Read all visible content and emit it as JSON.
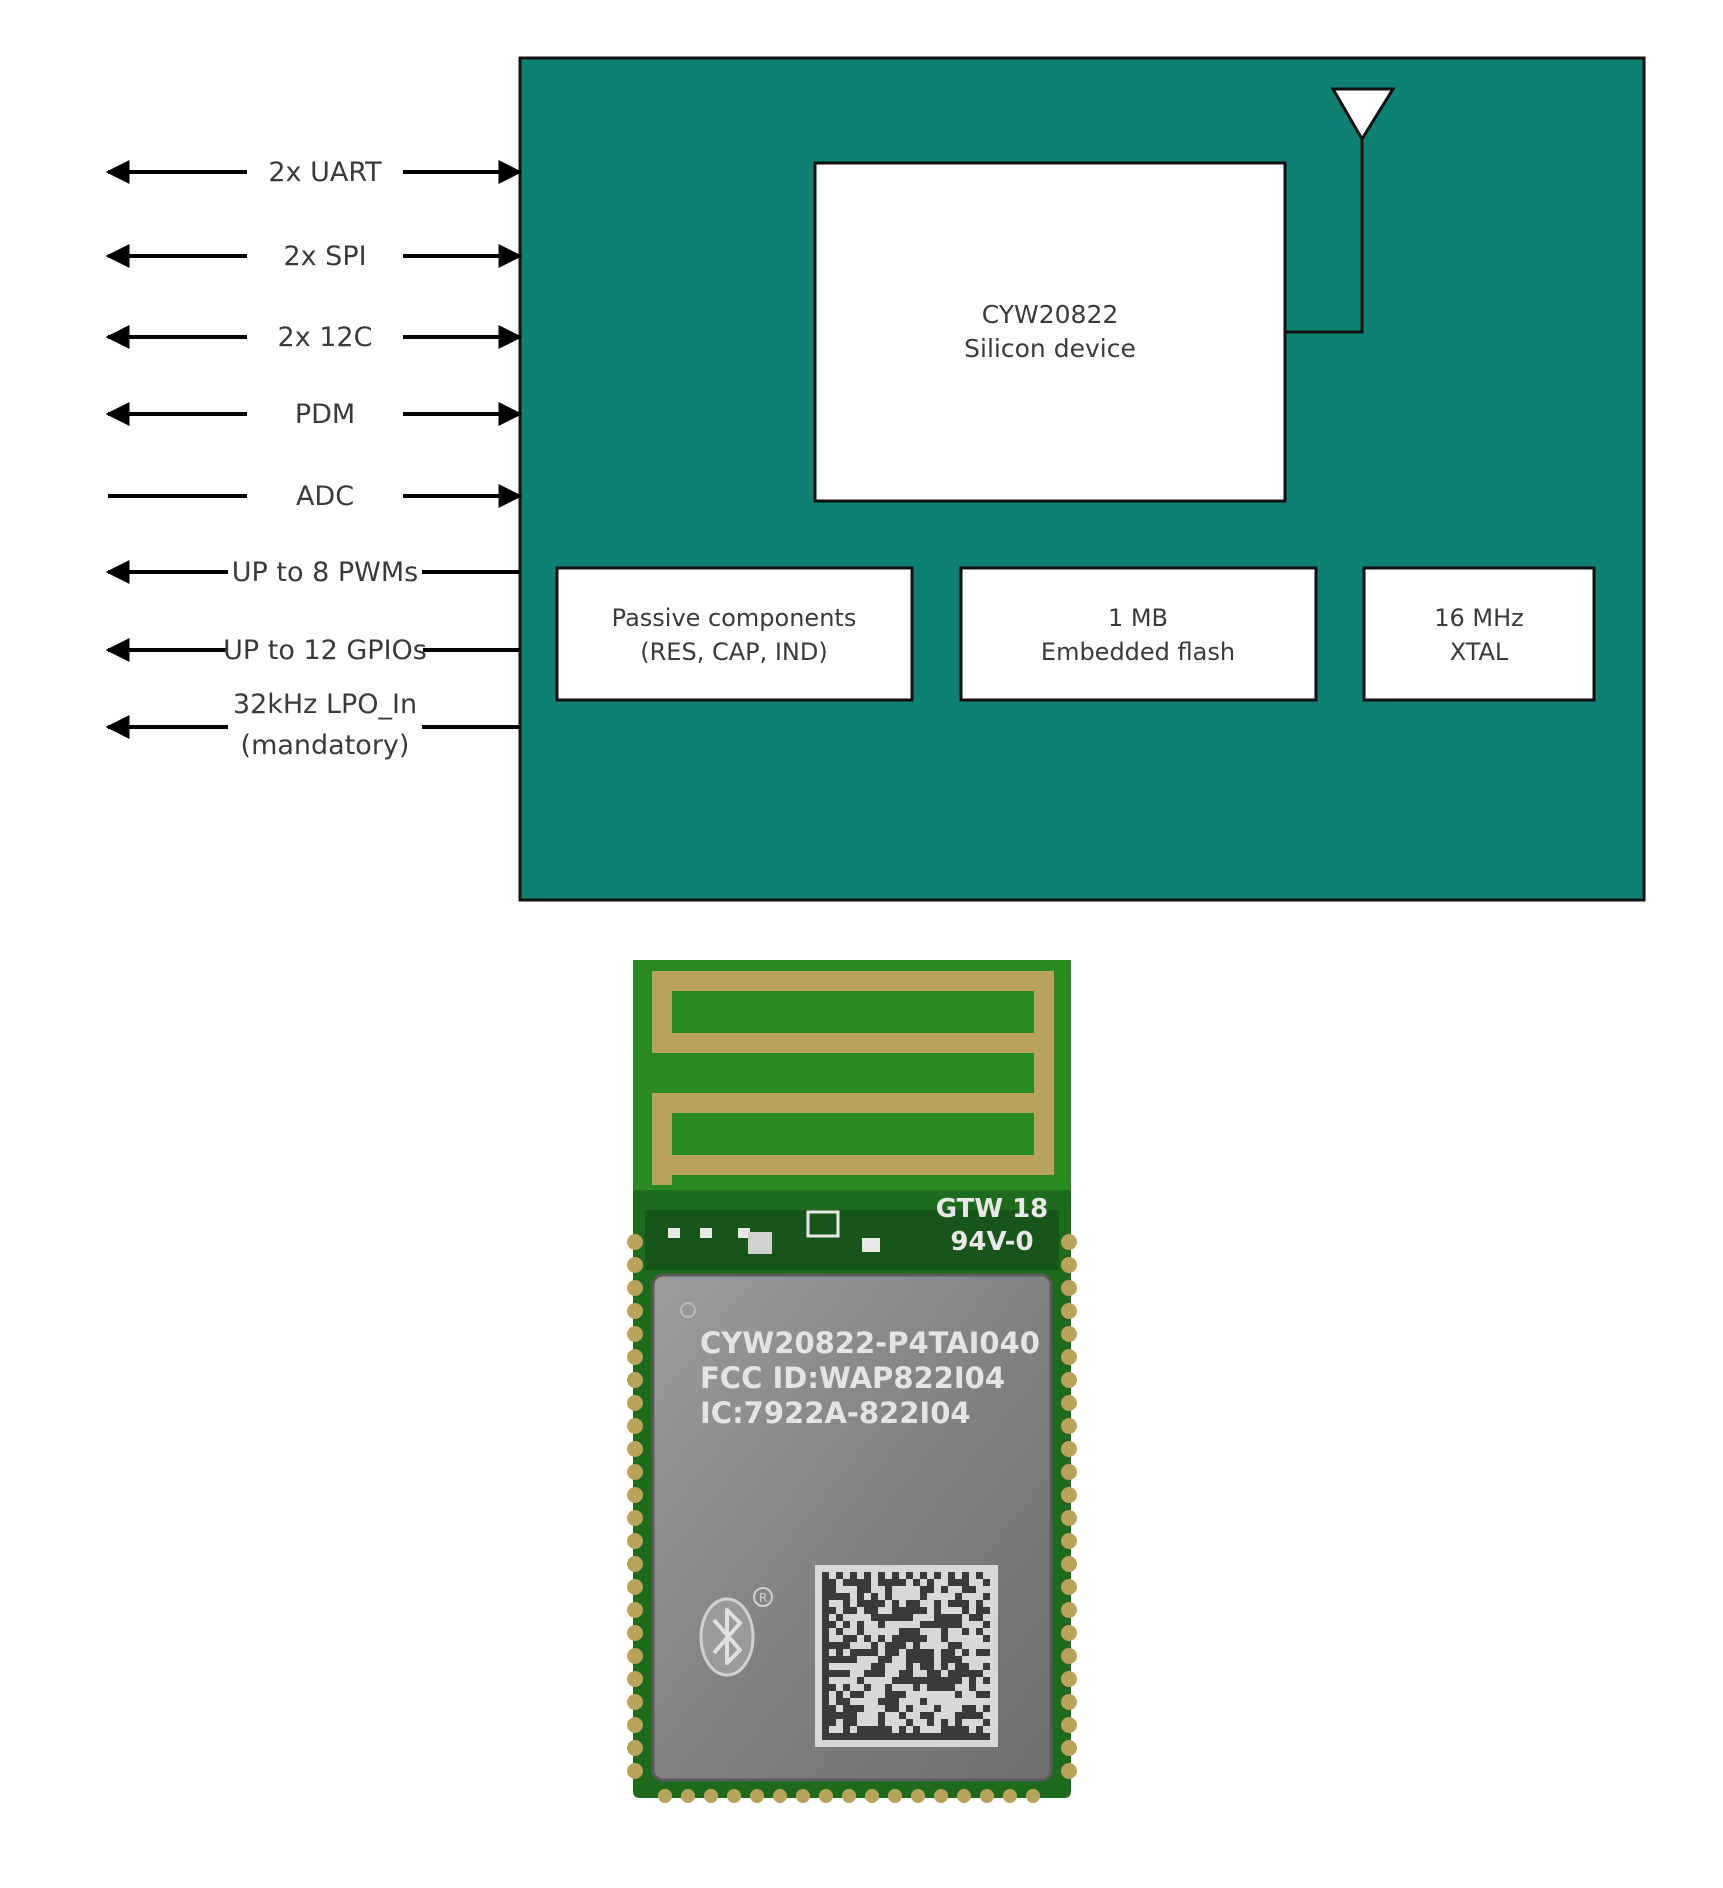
{
  "colors": {
    "module_fill": "#0f8173",
    "box_fill": "#ffffff",
    "line": "#000000",
    "text": "#3a3a3a",
    "pcb_green": "#1f6b1e",
    "antenna_gold": "#b9a25a",
    "shield_metal": "#8f8f8f"
  },
  "interfaces": [
    {
      "label": "2x UART",
      "direction": "bidirectional"
    },
    {
      "label": "2x SPI",
      "direction": "bidirectional"
    },
    {
      "label": "2x 12C",
      "direction": "bidirectional"
    },
    {
      "label": "PDM",
      "direction": "bidirectional"
    },
    {
      "label": "ADC",
      "direction": "input"
    },
    {
      "label": "UP to 8 PWMs",
      "direction": "output"
    },
    {
      "label": "UP to 12 GPIOs",
      "direction": "output"
    },
    {
      "label": "32kHz LPO_In",
      "label2": "(mandatory)",
      "direction": "output"
    }
  ],
  "chip": {
    "line1": "CYW20822",
    "line2": "Silicon device"
  },
  "components": [
    {
      "line1": "Passive components",
      "line2": "(RES, CAP, IND)"
    },
    {
      "line1": "1 MB",
      "line2": "Embedded flash"
    },
    {
      "line1": "16 MHz",
      "line2": "XTAL"
    }
  ],
  "module_photo": {
    "shield_text": [
      "CYW20822-P4TAI040",
      "FCC ID:WAP822I04",
      "IC:7922A-822I04"
    ],
    "pcb_marks": [
      "GTW 18",
      "94V-0"
    ],
    "logo_icon": "bluetooth-icon",
    "code_icon": "datamatrix-code-icon"
  }
}
